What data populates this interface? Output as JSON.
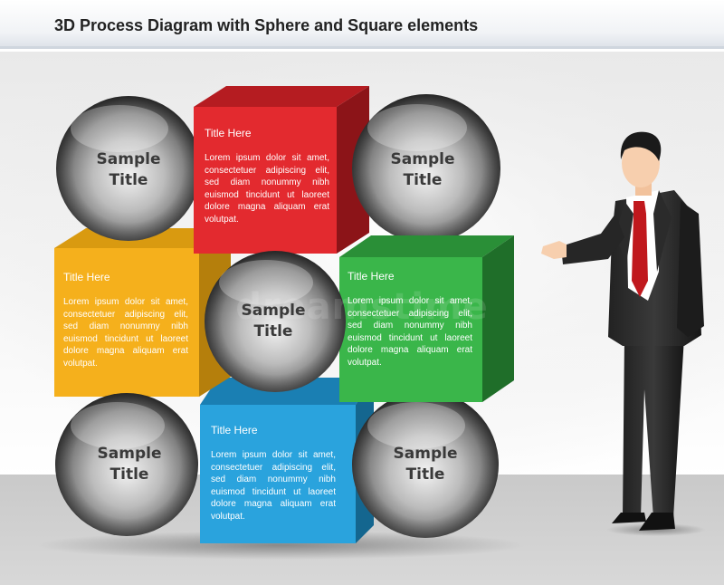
{
  "header": {
    "title": "3D Process Diagram with Sphere and Square elements"
  },
  "spheres": {
    "top_left": "Sample\nTitle",
    "top_right": "Sample\nTitle",
    "center": "Sample\nTitle",
    "bottom_left": "Sample\nTitle",
    "bottom_right": "Sample\nTitle"
  },
  "panels": {
    "red": {
      "title": "Title Here",
      "body": "Lorem ipsum dolor sit amet, consectetuer adipiscing elit, sed diam nonummy nibh euismod tincidunt ut laoreet dolore magna aliquam erat volutpat.",
      "color": "#e32a2f"
    },
    "yellow": {
      "title": "Title Here",
      "body": "Lorem ipsum dolor sit amet, consectetuer adipiscing elit, sed diam nonummy nibh euismod tincidunt ut laoreet dolore magna aliquam erat volutpat.",
      "color": "#f5b01c"
    },
    "green": {
      "title": "Title Here",
      "body": "Lorem ipsum dolor sit amet, consectetuer adipiscing elit, sed diam nonummy nibh euismod tincidunt ut laoreet dolore magna aliquam erat volutpat.",
      "color": "#3ab64a"
    },
    "blue": {
      "title": "Title Here",
      "body": "Lorem ipsum dolor sit amet, consectetuer adipiscing elit, sed diam nonummy nibh euismod tincidunt ut laoreet dolore magna aliquam erat volutpat.",
      "color": "#2aa3dd"
    }
  },
  "watermark": "dreamstime"
}
